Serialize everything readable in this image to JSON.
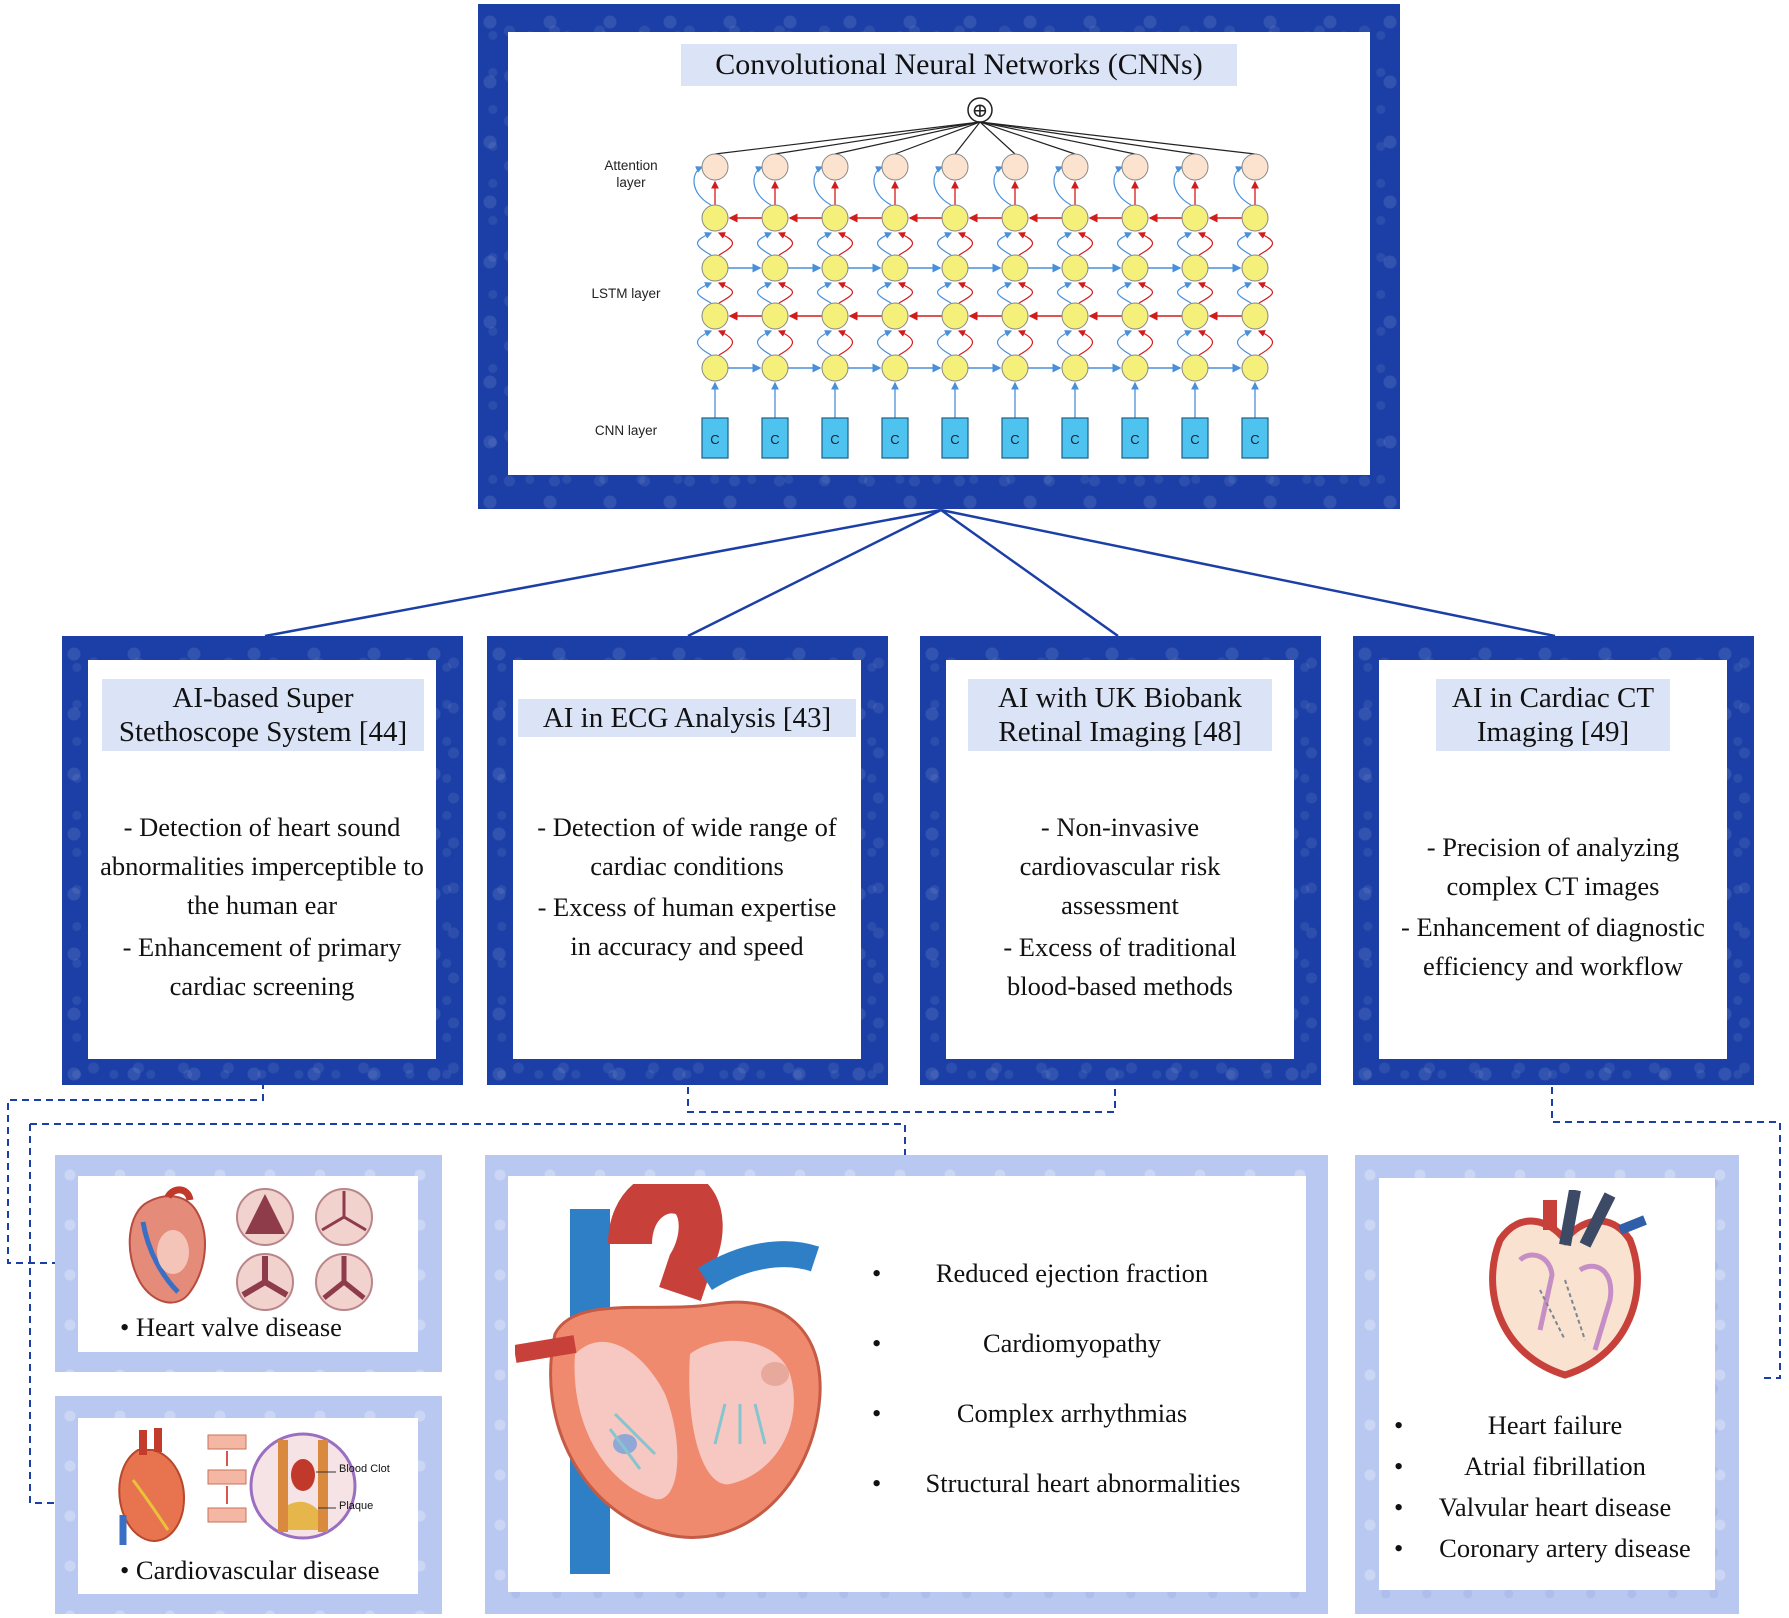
{
  "cnn": {
    "title": "Convolutional Neural Networks (CNNs)",
    "layers": {
      "attention": "Attention layer",
      "lstm": "LSTM layer",
      "cnn": "CNN layer"
    },
    "cnn_unit_label": "C",
    "sum_symbol": "⊕",
    "unit_count": 10
  },
  "applications": [
    {
      "title": "AI-based Super Stethoscope System [44]",
      "points": [
        "- Detection of heart sound abnormalities imperceptible to the human ear",
        "- Enhancement of primary cardiac screening"
      ]
    },
    {
      "title": "AI in ECG Analysis [43]",
      "points": [
        "- Detection of wide range of cardiac conditions",
        "- Excess of human expertise in accuracy and speed"
      ]
    },
    {
      "title": "AI with UK Biobank Retinal Imaging [48]",
      "points": [
        "- Non-invasive cardiovascular risk assessment",
        "- Excess of traditional blood-based methods"
      ]
    },
    {
      "title": "AI in Cardiac CT Imaging [49]",
      "points": [
        "- Precision of analyzing complex CT images",
        "- Enhancement of diagnostic efficiency and workflow"
      ]
    }
  ],
  "outcomes": {
    "valve": {
      "caption": "Heart valve disease"
    },
    "cardiovascular": {
      "caption": "Cardiovascular disease",
      "labels": {
        "clot": "Blood Clot",
        "plaque": "Plaque"
      }
    },
    "center": {
      "items": [
        "Reduced ejection fraction",
        "Cardiomyopathy",
        "Complex arrhythmias",
        "Structural heart abnormalities"
      ]
    },
    "right": {
      "items": [
        "Heart failure",
        "Atrial fibrillation",
        "Valvular heart disease",
        "Coronary artery disease"
      ]
    }
  },
  "colors": {
    "frame_dark": "#1b3fa6",
    "frame_light": "#b9c8f0",
    "title_band": "#dbe3f7",
    "attention_node": "#fbe3d0",
    "lstm_node": "#f4f07a",
    "cnn_unit": "#4fc3f0",
    "forward_arrow": "#d21c1c",
    "backward_arrow": "#4a90d9"
  }
}
